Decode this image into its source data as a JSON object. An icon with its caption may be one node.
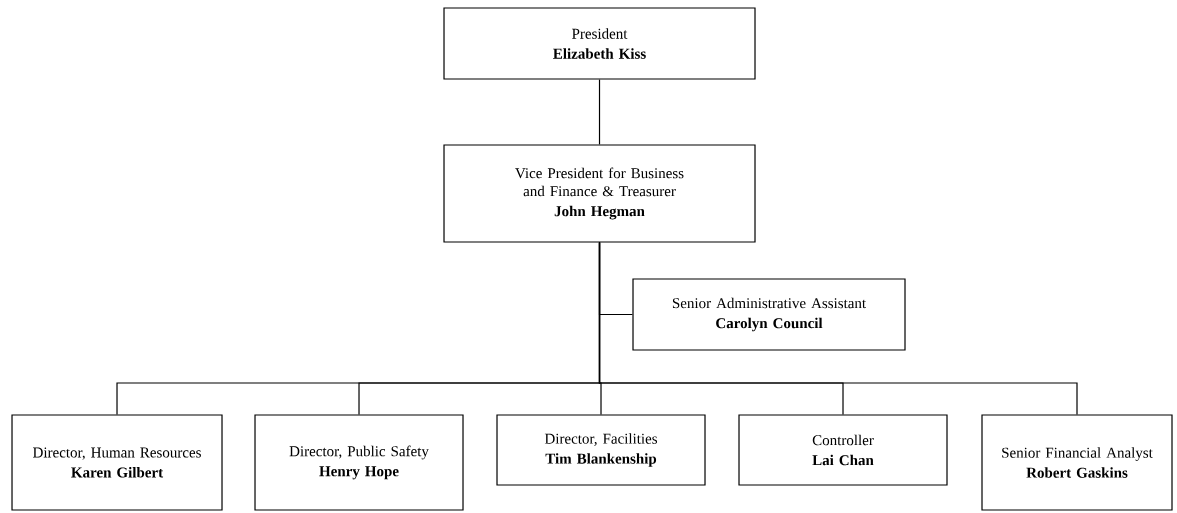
{
  "diagram": {
    "nodes": [
      {
        "text": [
          "President",
          "Elizabeth Kiss"
        ]
      },
      {
        "text": [
          "Vice President for Business and Finance & Treasurer",
          "John Hegman"
        ]
      },
      {
        "text": [
          "Senior Administrative Assistant",
          "Carolyn Council"
        ]
      },
      {
        "text": [
          "Director, Human Resources",
          "Karen Gilbert"
        ]
      },
      {
        "text": [
          "Director, Public Safety",
          "Henry Hope"
        ]
      },
      {
        "text": [
          "Director, Facilities",
          "Tim Blankenship"
        ]
      },
      {
        "text": [
          "Controller",
          "Lai Chan"
        ]
      },
      {
        "text": [
          "Senior Financial Analyst",
          "Robert Gaskins"
        ]
      }
    ],
    "edges": [
      {
        "from": 0,
        "to": 1,
        "arrow": "none"
      },
      {
        "from": 1,
        "to": 2,
        "arrow": "none"
      },
      {
        "from": 1,
        "to": 3,
        "arrow": "none"
      },
      {
        "from": 1,
        "to": 4,
        "arrow": "none"
      },
      {
        "from": 1,
        "to": 5,
        "arrow": "none"
      },
      {
        "from": 1,
        "to": 6,
        "arrow": "none"
      },
      {
        "from": 1,
        "to": 7,
        "arrow": "none"
      }
    ]
  }
}
